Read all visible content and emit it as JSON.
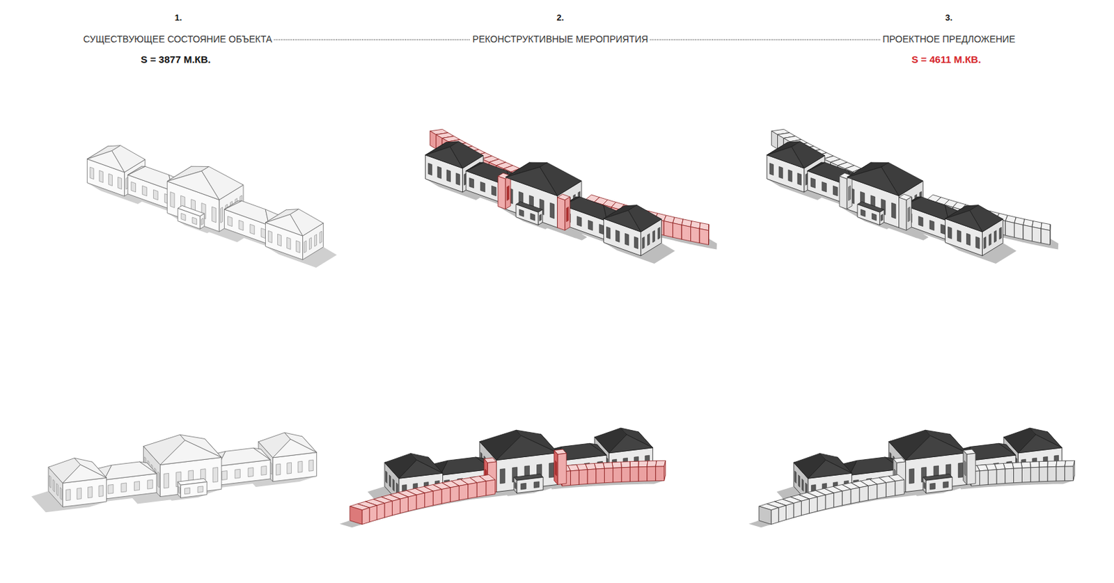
{
  "diagram": {
    "labels": [
      "1.",
      "2.",
      "3.",
      "СУЩЕСТВУЮЩЕЕ СОСТОЯНИЕ ОБЪЕКТА",
      "РЕКОНСТРУКТИВНЫЕ МЕРОПРИЯТИЯ",
      "ПРОЕКТНОЕ ПРЕДЛОЖЕНИЕ",
      "S = 3877 М.КВ.",
      "S = 4611 М.КВ."
    ]
  }
}
